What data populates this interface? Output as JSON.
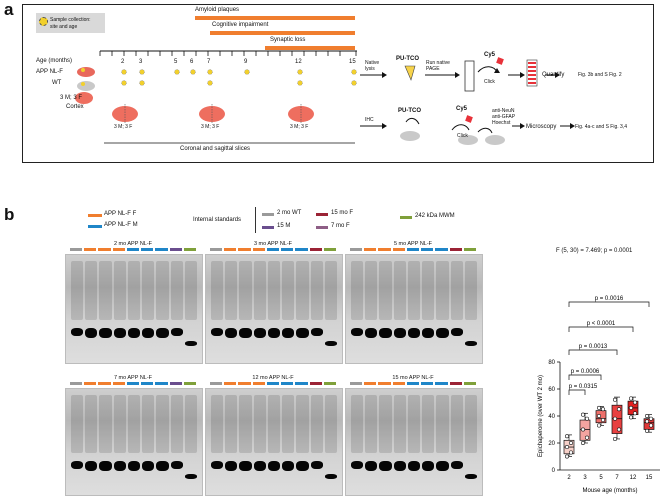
{
  "panel_a": {
    "letter": "a",
    "legend_box": "Sample collection:\nsite and age",
    "pathology": [
      "Amyloid plaques",
      "Cognitive impairment",
      "Synaptic loss"
    ],
    "age_label": "Age (months)",
    "ages": [
      "2",
      "3",
      "5",
      "6",
      "7",
      "9",
      "12",
      "15"
    ],
    "genotypes": [
      "APP NL-F",
      "WT"
    ],
    "mice_label": "3 M; 3 F",
    "cortex": "Cortex",
    "brain_labels": [
      "3 M; 3 F",
      "3 M; 3 F",
      "3 M; 3 F"
    ],
    "slices": "Coronal and sagittal slices",
    "native_lysis": "Native\nlysis",
    "pu_tco": "PU-TCO",
    "native_page": "Run native\nPAGE",
    "cy5": "Cy5",
    "click": "Click",
    "quantify": "Quantify",
    "fig_ref_1": "Fig. 3b and S Fig. 2",
    "ihc": "IHC",
    "pu_tco_2": "PU-TCO",
    "cy5_2": "Cy5",
    "click_2": "Click",
    "antibodies": "anti-NeuN\nanti-GFAP\nHoechst",
    "microscopy": "Microscopy",
    "fig_ref_2": "Fig. 4a-c and S Fig. 3,4"
  },
  "panel_b": {
    "letter": "b",
    "legend_genotype": [
      "APP NL-F F",
      "APP NL-F M"
    ],
    "internal_standards": "Internal standards",
    "standards": [
      "2 mo WT",
      "15 M",
      "15 mo F",
      "7 mo F"
    ],
    "mwm": "242 kDa MWM",
    "colors": {
      "orange": "#f07e2e",
      "blue": "#1f86c8",
      "grey": "#9a9a9a",
      "purple": "#6a4e8e",
      "maroon": "#9b2335",
      "mauve": "#8e5e86",
      "green": "#7fa03a"
    },
    "blots": [
      "2 mo APP NL-F",
      "3 mo APP NL-F",
      "5 mo APP NL-F",
      "7 mo APP NL-F",
      "12 mo APP NL-F",
      "15 mo APP NL-F"
    ],
    "stats": "F (5, 30) = 7.469; p = 0.0001"
  },
  "chart_data": {
    "type": "box",
    "xlabel": "Mouse age (months)",
    "ylabel": "Epichaperome (over WT 2 mo)",
    "categories": [
      "2",
      "3",
      "5",
      "7",
      "12",
      "15"
    ],
    "ylim": [
      0,
      80
    ],
    "yticks": [
      0,
      20,
      40,
      60,
      80
    ],
    "boxes": [
      {
        "min": 10,
        "q1": 12,
        "median": 17,
        "q3": 22,
        "max": 26,
        "points": [
          10,
          13,
          17,
          20,
          25
        ]
      },
      {
        "min": 20,
        "q1": 22,
        "median": 30,
        "q3": 37,
        "max": 42,
        "points": [
          20,
          24,
          30,
          38,
          41
        ]
      },
      {
        "min": 33,
        "q1": 35,
        "median": 38,
        "q3": 44,
        "max": 47,
        "points": [
          33,
          37,
          40,
          45,
          46
        ]
      },
      {
        "min": 23,
        "q1": 27,
        "median": 38,
        "q3": 48,
        "max": 54,
        "points": [
          23,
          30,
          38,
          45,
          52
        ]
      },
      {
        "min": 38,
        "q1": 41,
        "median": 46,
        "q3": 51,
        "max": 54,
        "points": [
          39,
          42,
          46,
          50,
          53
        ]
      },
      {
        "min": 28,
        "q1": 30,
        "median": 35,
        "q3": 38,
        "max": 41,
        "points": [
          29,
          33,
          36,
          38,
          40
        ]
      }
    ],
    "box_colors": [
      "#f7d0c8",
      "#f4a4a0",
      "#ee6f6a",
      "#e84040",
      "#e02020",
      "#e03838"
    ],
    "comparisons": [
      {
        "from": "2",
        "to": "3",
        "label": "p = 0.0315"
      },
      {
        "from": "2",
        "to": "5",
        "label": "p = 0.0006"
      },
      {
        "from": "2",
        "to": "7",
        "label": "p = 0.0013"
      },
      {
        "from": "2",
        "to": "12",
        "label": "p < 0.0001"
      },
      {
        "from": "2",
        "to": "15",
        "label": "p = 0.0016"
      }
    ]
  }
}
